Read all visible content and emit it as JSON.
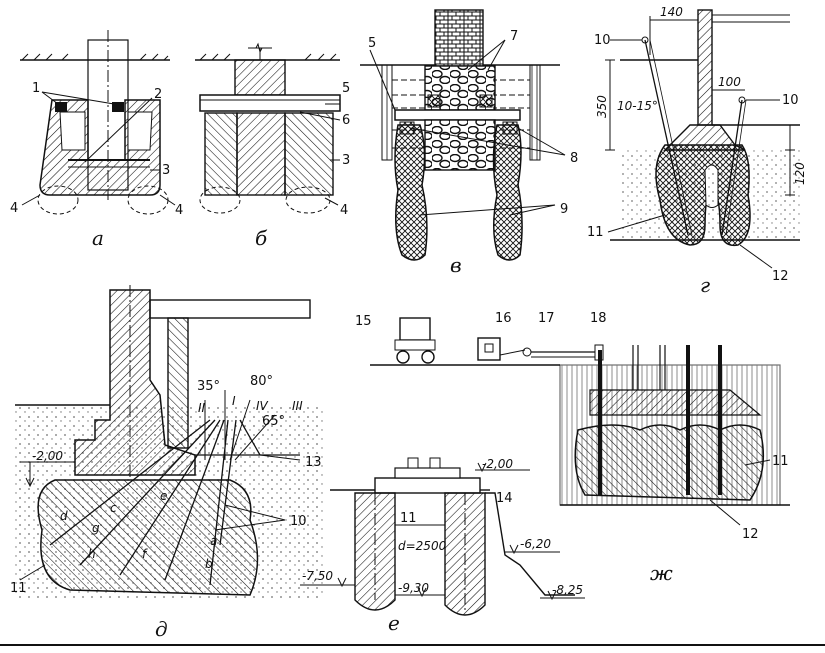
{
  "panels": {
    "a": {
      "caption": "а",
      "labels": [
        "1",
        "2",
        "3",
        "4",
        "4"
      ]
    },
    "b": {
      "caption": "б",
      "labels": [
        "5",
        "6",
        "3",
        "4"
      ]
    },
    "v": {
      "caption": "в",
      "labels": [
        "5",
        "7",
        "8",
        "9"
      ]
    },
    "g": {
      "caption": "г",
      "labels": [
        "10",
        "10",
        "11",
        "12"
      ],
      "dims": [
        "140",
        "100",
        "350",
        "10-15°",
        "120"
      ]
    },
    "d": {
      "caption": "д",
      "labels": [
        "11",
        "13",
        "10"
      ],
      "angles": [
        "35°",
        "80°",
        "65°"
      ],
      "roman": [
        "II",
        "I",
        "IV",
        "III"
      ],
      "letters": [
        "a",
        "b",
        "c",
        "d",
        "e",
        "f",
        "g",
        "h"
      ],
      "level": "-2,00"
    },
    "e": {
      "caption": "е",
      "labels": [
        "11",
        "14"
      ],
      "diameter": "d=2500",
      "levels": [
        "-2,00",
        "-7,50",
        "-9,30",
        "-6,20",
        "-8,25"
      ]
    },
    "zh": {
      "caption": "ж",
      "labels": [
        "15",
        "16",
        "17",
        "18",
        "11",
        "12"
      ]
    }
  },
  "colors": {
    "ink": "#111111",
    "paper": "#ffffff"
  }
}
